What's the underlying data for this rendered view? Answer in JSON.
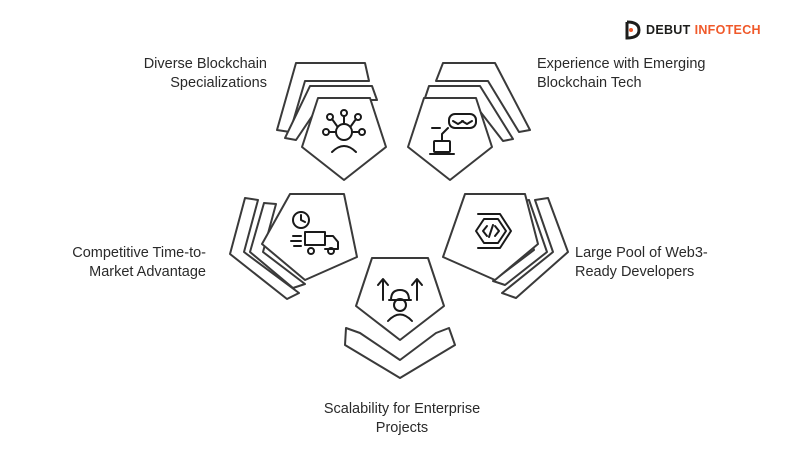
{
  "brand": {
    "word1": "DEBUT",
    "word2": "INFOTECH",
    "color_dark": "#1d1d1b",
    "color_accent": "#f0592a"
  },
  "items": [
    {
      "id": "diverse",
      "line1": "Diverse Blockchain",
      "line2": "Specializations",
      "icon": "network-person-icon"
    },
    {
      "id": "emerging",
      "line1": "Experience with Emerging",
      "line2": "Blockchain Tech",
      "icon": "vr-laptop-icon"
    },
    {
      "id": "pool",
      "line1": "Large Pool of Web3-",
      "line2": "Ready Developers",
      "icon": "code-hexagon-icon"
    },
    {
      "id": "scalability",
      "line1": "Scalability for Enterprise",
      "line2": "Projects",
      "icon": "engineer-arrows-icon"
    },
    {
      "id": "time",
      "line1": "Competitive Time-to-",
      "line2": "Market Advantage",
      "icon": "delivery-truck-clock-icon"
    }
  ],
  "colors": {
    "stroke": "#3a3a3a",
    "outline": "#555555"
  }
}
